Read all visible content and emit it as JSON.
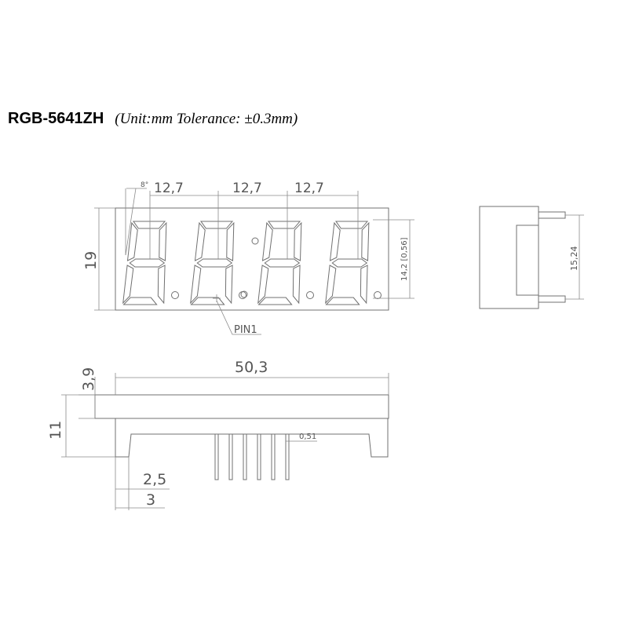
{
  "title": {
    "part_number": "RGB-5641ZH",
    "unit_note": "(Unit:mm Tolerance: ±0.3mm)"
  },
  "dimensions": {
    "angle": "8°",
    "pitch_1": "12,7",
    "pitch_2": "12,7",
    "pitch_3": "12,7",
    "height": "19",
    "digit_height": "14,2 [0,56]",
    "pin_row_spacing": "15,24",
    "pin1": "PIN1",
    "length": "50,3",
    "top_thickness": "3,9",
    "total_height": "11",
    "pin_width": "0,51",
    "edge_offset_1": "2,5",
    "edge_offset_2": "3"
  }
}
